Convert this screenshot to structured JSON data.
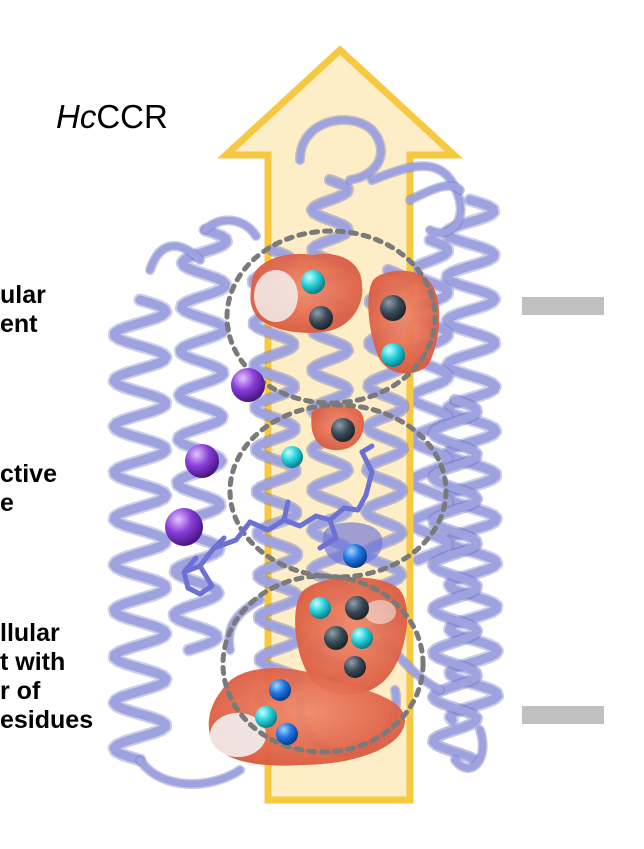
{
  "title": {
    "italic_part": "Hc",
    "regular_part": "CCR"
  },
  "region_labels": [
    "ular\nent",
    "ctive\ne",
    "llular\nt with\nr of\nesidues"
  ],
  "colors": {
    "arrow_fill": "#fde9b8",
    "arrow_stroke": "#f7c842",
    "helix": "#9ea3e0",
    "helix_dark": "#6f73c4",
    "surface_red": "#e86a4c",
    "surface_white": "#f2f0ee",
    "atom_dark": "#3b4a56",
    "atom_cyan": "#28d4dc",
    "atom_blue": "#1e78e6",
    "atom_purple": "#8a3fd8",
    "circle_dash": "#7a7a7a",
    "membrane_bar": "#c0c0c0"
  },
  "icons": [
    "protein-ribbon",
    "up-arrow",
    "sphere-atom"
  ]
}
